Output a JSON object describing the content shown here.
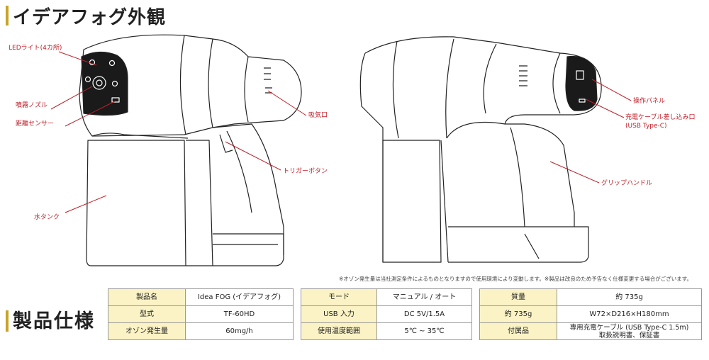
{
  "title": "イデアフォグ外観",
  "spec_title": "製品仕様",
  "note": "※オゾン発生量は当社測定条件によるものとなりますので使用環境により変動します。※製品は改良のため予告なく仕様変更する場合がございます。",
  "labels": {
    "led": "LEDライト(4カ所)",
    "nozzle": "噴霧ノズル",
    "sensor": "距離センサー",
    "intake": "吸気口",
    "trigger": "トリガーボタン",
    "tank": "水タンク",
    "panel": "操作パネル",
    "charge_line1": "充電ケーブル差し込み口",
    "charge_line2": "(USB Type-C)",
    "grip": "グリップハンドル"
  },
  "spec_tables": [
    [
      {
        "k": "製品名",
        "v": "Idea FOG (イデアフォグ)"
      },
      {
        "k": "型式",
        "v": "TF-60HD"
      },
      {
        "k": "オゾン発生量",
        "v": "60mg/h"
      }
    ],
    [
      {
        "k": "モード",
        "v": "マニュアル / オート"
      },
      {
        "k": "USB 入力",
        "v": "DC 5V/1.5A"
      },
      {
        "k": "使用温度範囲",
        "v": "5℃ ~ 35℃"
      }
    ],
    [
      {
        "k": "質量",
        "v": "約 735g"
      },
      {
        "k": "約 735g",
        "v": "W72×D216×H180mm"
      },
      {
        "k": "付属品",
        "v": "専用充電ケーブル (USB Type-C 1.5m)",
        "v2": "取扱説明書、保証書"
      }
    ]
  ]
}
